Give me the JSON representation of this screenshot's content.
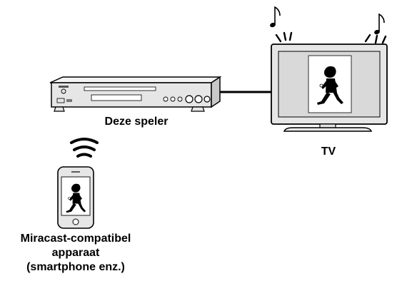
{
  "labels": {
    "player": "Deze speler",
    "tv": "TV",
    "phone_line1": "Miracast-compatibel",
    "phone_line2": "apparaat",
    "phone_line3": "(smartphone enz.)"
  },
  "icons": {
    "player": "blu-ray-player-icon",
    "tv": "tv-icon",
    "phone": "smartphone-icon",
    "wireless": "wifi-signal-icon",
    "music": "music-note-icon",
    "dancer": "dancing-person-icon"
  },
  "colors": {
    "outline": "#000000",
    "device_gray": "#e6e6e6",
    "screen_gray": "#d9d9d9",
    "tv_inner": "#ffffff"
  }
}
